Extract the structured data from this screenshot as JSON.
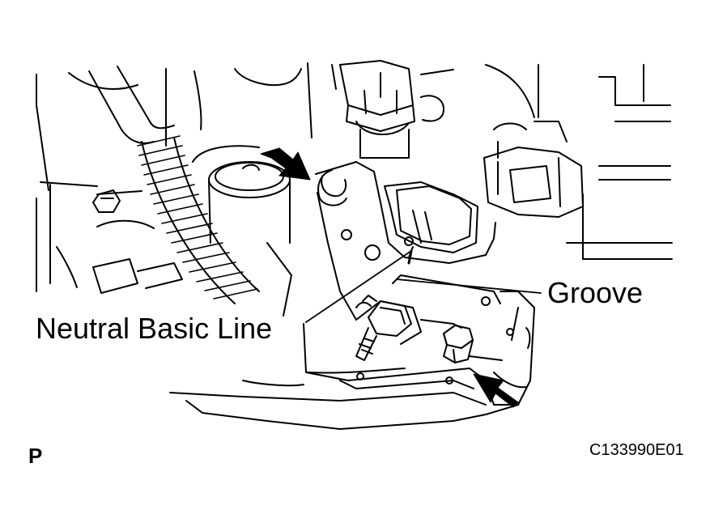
{
  "labels": {
    "groove": "Groove",
    "neutral_basic_line": "Neutral Basic Line",
    "view_letter": "P",
    "figure_code": "C133990E01"
  },
  "colors": {
    "line": "#000000",
    "background": "#ffffff"
  },
  "callouts": [
    {
      "name": "arrow-to-upper-bolt",
      "points_to": "upper mounting bolt of park/neutral position switch"
    },
    {
      "name": "arrow-to-lower-bolt",
      "points_to": "lower mounting bolt of park/neutral position switch"
    }
  ]
}
